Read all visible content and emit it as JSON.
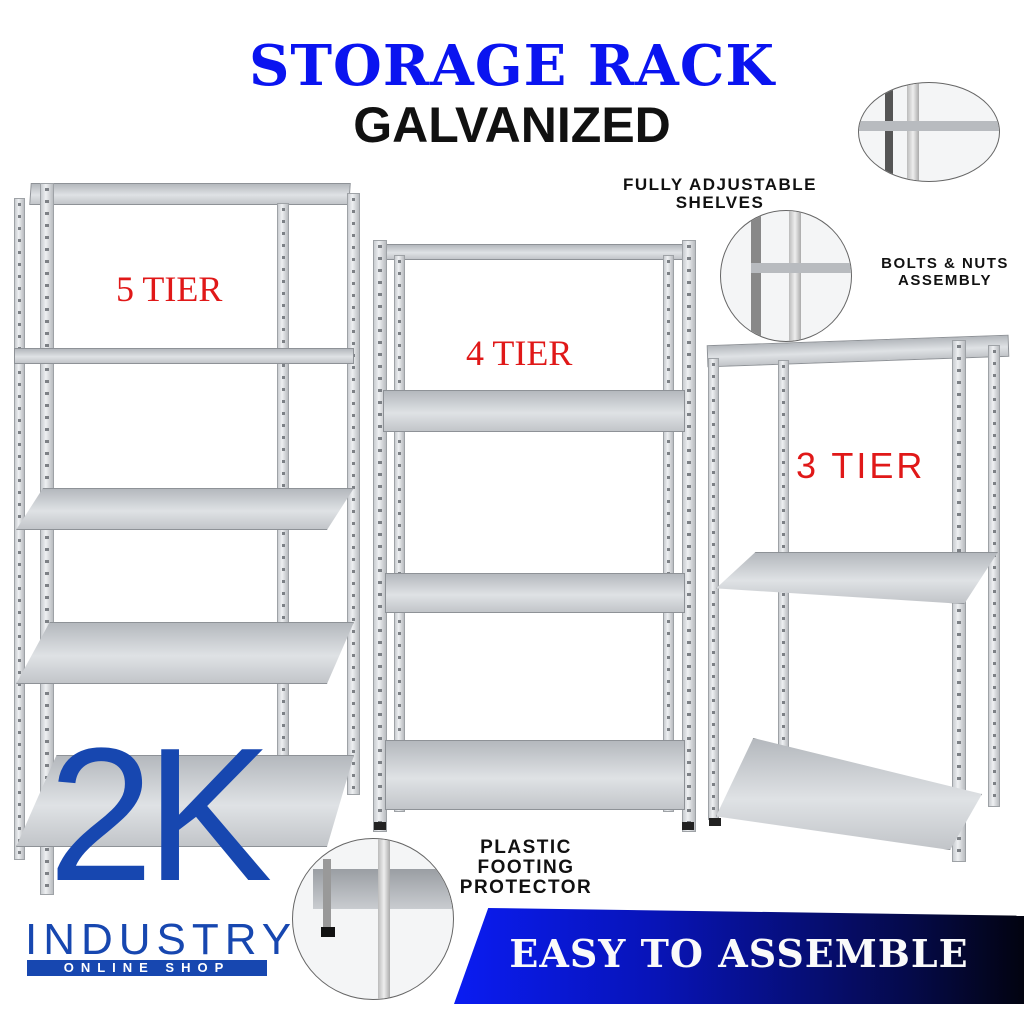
{
  "header": {
    "title": "STORAGE RACK",
    "subtitle": "GALVANIZED"
  },
  "products": [
    {
      "label": "5 TIER",
      "tiers": 5
    },
    {
      "label": "4 TIER",
      "tiers": 4
    },
    {
      "label": "3 TIER",
      "tiers": 3
    }
  ],
  "features": {
    "adjustable": {
      "line1": "FULLY ADJUSTABLE",
      "line2": "SHELVES"
    },
    "bolts": {
      "line1": "BOLTS & NUTS",
      "line2": "ASSEMBLY"
    },
    "footing": {
      "line1": "PLASTIC",
      "line2": "FOOTING",
      "line3": "PROTECTOR"
    }
  },
  "logo": {
    "mark": "2K",
    "name": "INDUSTRY",
    "tagline": "ONLINE SHOP",
    "color": "#1747b0"
  },
  "banner": {
    "text": "EASY TO ASSEMBLE",
    "gradient_start": "#0a1cf2",
    "gradient_end": "#020310"
  },
  "colors": {
    "title": "#0a14f0",
    "tier_label": "#e01818"
  }
}
